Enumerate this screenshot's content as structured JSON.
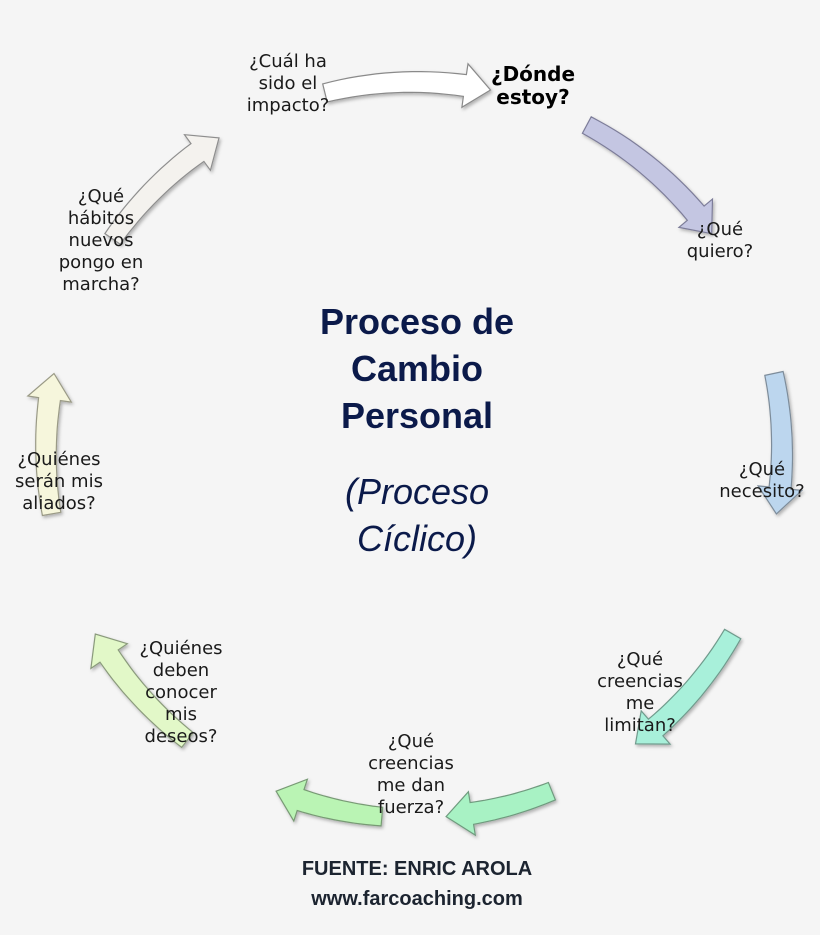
{
  "diagram": {
    "title": "Proceso de\nCambio\nPersonal",
    "subtitle": "(Proceso\nCíclico)",
    "steps": [
      {
        "label": "¿Dónde\nestoy?",
        "emphasis": true
      },
      {
        "label": "¿Qué\nquiero?"
      },
      {
        "label": "¿Qué\nnecesito?"
      },
      {
        "label": "¿Qué\ncreencias\nme\nlimitan?"
      },
      {
        "label": "¿Qué\ncreencias\nme dan\nfuerza?"
      },
      {
        "label": "¿Quiénes\ndeben\nconocer\nmis\ndeseos?"
      },
      {
        "label": "¿Quiénes\nserán mis\naliados?"
      },
      {
        "label": "¿Qué\nhábitos\nnuevos\npongo en\nmarcha?"
      },
      {
        "label": "¿Cuál ha\nsido el\nimpacto?"
      }
    ],
    "arrows": [
      {
        "from": "¿Dónde estoy?",
        "to": "¿Qué quiero?",
        "color": "#c4c6e2",
        "stroke": "#7d7d99"
      },
      {
        "from": "¿Qué quiero?",
        "to": "¿Qué necesito?",
        "color": "#bcd6ee",
        "stroke": "#7d8c9a"
      },
      {
        "from": "¿Qué necesito?",
        "to": "¿Qué creencias me limitan?",
        "color": "#a8f0da",
        "stroke": "#6f9a8c"
      },
      {
        "from": "¿Qué creencias me limitan?",
        "to": "¿Qué creencias me dan fuerza?",
        "color": "#a8f2c4",
        "stroke": "#6f9a7e"
      },
      {
        "from": "¿Qué creencias me dan fuerza?",
        "to": "¿Quiénes deben conocer mis deseos?",
        "color": "#baf4b4",
        "stroke": "#789a74"
      },
      {
        "from": "¿Quiénes deben conocer mis deseos?",
        "to": "¿Quiénes serán mis aliados?",
        "color": "#e2f8c8",
        "stroke": "#8a9a7c"
      },
      {
        "from": "¿Quiénes serán mis aliados?",
        "to": "¿Qué hábitos nuevos pongo en marcha?",
        "color": "#f6f6dc",
        "stroke": "#9a9a86"
      },
      {
        "from": "¿Qué hábitos nuevos pongo en marcha?",
        "to": "¿Cuál ha sido el impacto?",
        "color": "#f4f2ee",
        "stroke": "#8e8e8e"
      },
      {
        "from": "¿Cuál ha sido el impacto?",
        "to": "¿Dónde estoy?",
        "color": "#ffffff",
        "stroke": "#8a8a8a"
      }
    ]
  },
  "footer": {
    "source": "FUENTE: ENRIC AROLA",
    "website": "www.farcoaching.com"
  }
}
